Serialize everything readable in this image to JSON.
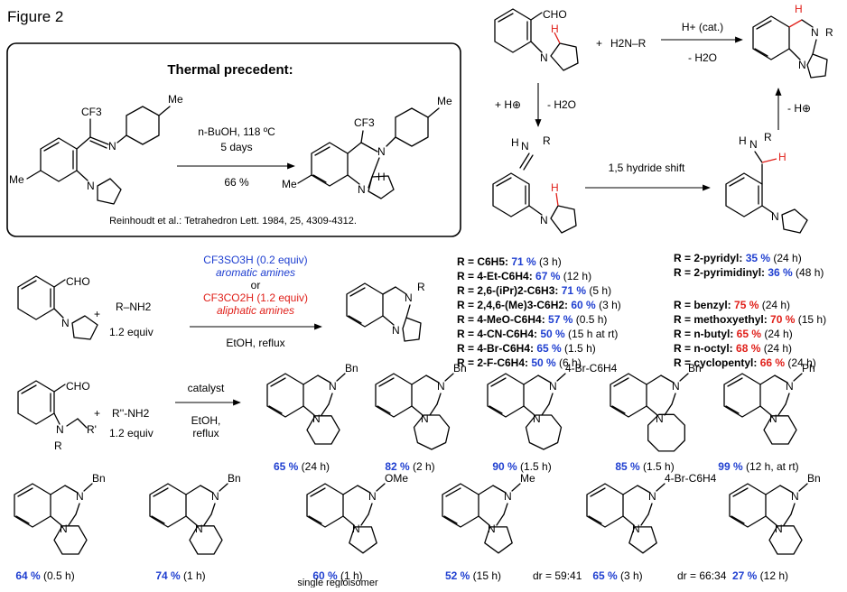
{
  "figure_label": "Figure 2",
  "thermal": {
    "title": "Thermal precedent:",
    "reagents": "n-BuOH, 118 ºC",
    "time": "5 days",
    "yield": "66 %",
    "reference": "Reinhoudt et al.: Tetrahedron Lett. 1984, 25, 4309-4312.",
    "labels": {
      "cf3": "CF3",
      "me": "Me",
      "n": "N",
      "h": "H"
    }
  },
  "mechanism": {
    "amine": "H2N–R",
    "plus": "+",
    "cond_top": "H+ (cat.)",
    "minus_water": "- H2O",
    "h_plus_add": "+ H⊕",
    "hydride_shift": "1,5 hydride shift",
    "minus_h_plus": "- H⊕",
    "cho": "CHO",
    "atoms": {
      "n": "N",
      "h": "H",
      "r": "R"
    }
  },
  "scheme_main": {
    "amine": "R–NH2",
    "equiv": "1.2 equiv",
    "cond_acid1": "CF3SO3H (0.2 equiv)",
    "cond_acid1_note": "aromatic amines",
    "cond_or": "or",
    "cond_acid2": "CF3CO2H (1.2 equiv)",
    "cond_acid2_note": "aliphatic amines",
    "solvent": "EtOH, reflux",
    "cho": "CHO"
  },
  "results_aromatic": [
    {
      "r": "R = C6H5:",
      "yield": "71 %",
      "time": "(3 h)"
    },
    {
      "r": "R = 4-Et-C6H4:",
      "yield": "67 %",
      "time": "(12 h)"
    },
    {
      "r": "R = 2,6-(iPr)2-C6H3:",
      "yield": "71 %",
      "time": "(5 h)"
    },
    {
      "r": "R = 2,4,6-(Me)3-C6H2:",
      "yield": "60 %",
      "time": "(3 h)"
    },
    {
      "r": "R = 4-MeO-C6H4:",
      "yield": "57 %",
      "time": "(0.5 h)"
    },
    {
      "r": "R = 4-CN-C6H4:",
      "yield": "50 %",
      "time": "(15 h at rt)"
    },
    {
      "r": "R = 4-Br-C6H4:",
      "yield": "65 %",
      "time": "(1.5 h)"
    },
    {
      "r": "R = 2-F-C6H4:",
      "yield": "50 %",
      "time": "(6 h)"
    }
  ],
  "results_heteroaryl": [
    {
      "r": "R = 2-pyridyl:",
      "yield": "35 %",
      "time": "(24 h)"
    },
    {
      "r": "R = 2-pyrimidinyl:",
      "yield": "36 %",
      "time": "(48 h)"
    }
  ],
  "results_aliphatic": [
    {
      "r": "R = benzyl:",
      "yield": "75 %",
      "time": "(24 h)"
    },
    {
      "r": "R = methoxyethyl:",
      "yield": "70 %",
      "time": "(15 h)"
    },
    {
      "r": "R = n-butyl:",
      "yield": "65 %",
      "time": "(24 h)"
    },
    {
      "r": "R = n-octyl:",
      "yield": "68 %",
      "time": "(24 h)"
    },
    {
      "r": "R = cyclopentyl:",
      "yield": "66 %",
      "time": "(24 h)"
    }
  ],
  "scheme_general": {
    "amine": "R''-NH2",
    "equiv": "1.2 equiv",
    "cond1": "catalyst",
    "cond2": "EtOH,",
    "cond3": "reflux",
    "cho": "CHO"
  },
  "row1": [
    {
      "sub": "Bn",
      "yield": "65 %",
      "time": "(24 h)"
    },
    {
      "sub": "Bn",
      "yield": "82 %",
      "time": "(2 h)"
    },
    {
      "sub": "4-Br-C6H4",
      "yield": "90 %",
      "time": "(1.5 h)"
    },
    {
      "sub": "Bn",
      "yield": "85 %",
      "time": "(1.5 h)"
    },
    {
      "sub": "Ph",
      "yield": "99 %",
      "time": "(12 h, at rt)"
    }
  ],
  "row2": [
    {
      "sub": "Bn",
      "yield": "64 %",
      "time": "(0.5 h)",
      "note": "",
      "dr": ""
    },
    {
      "sub": "Bn",
      "yield": "74 %",
      "time": "(1 h)",
      "note": "",
      "dr": ""
    },
    {
      "sub": "OMe",
      "yield": "60 %",
      "time": "(1 h)",
      "note": "single regioisomer",
      "dr": ""
    },
    {
      "sub": "Me",
      "yield": "52 %",
      "time": "(15 h)",
      "note": "",
      "dr": "dr = 59:41"
    },
    {
      "sub": "4-Br-C6H4",
      "yield": "65 %",
      "time": "(3 h)",
      "note": "",
      "dr": "dr = 66:34"
    },
    {
      "sub": "Bn",
      "yield": "27 %",
      "time": "(12 h)",
      "note": "",
      "dr": ""
    }
  ]
}
